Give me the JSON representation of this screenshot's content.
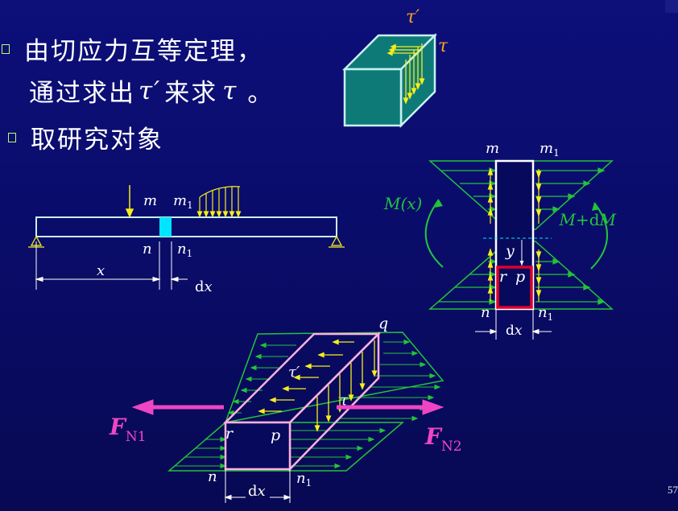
{
  "slide": {
    "bullet1_line1": "由切应力互等定理，",
    "bullet1_line2_a": "通过求出",
    "bullet1_line2_tau_prime": "τ′",
    "bullet1_line2_b": "来求",
    "bullet1_line2_tau": "τ",
    "bullet1_line2_end": "。",
    "bullet2": "取研究对象",
    "page_number": "57"
  },
  "cube_fig": {
    "tau_prime": "τ′",
    "tau": "τ"
  },
  "beam_fig": {
    "m": "m",
    "m1": "m",
    "m1_sub": "1",
    "n": "n",
    "n1": "n",
    "n1_sub": "1",
    "x": "x",
    "dx_d": "d",
    "dx_x": "x"
  },
  "section_fig": {
    "m": "m",
    "m1": "m",
    "m1_sub": "1",
    "Mx": "M(x)",
    "MdM_a": "M",
    "MdM_plus": "+d",
    "MdM_b": "M",
    "y": "y",
    "r": "r",
    "p": "p",
    "n": "n",
    "n1": "n",
    "n1_sub": "1",
    "dx_d": "d",
    "dx_x": "x"
  },
  "prism_fig": {
    "q": "q",
    "tau_prime": "τ′",
    "tau": "τ",
    "r": "r",
    "p": "p",
    "n": "n",
    "n1": "n",
    "n1_sub": "1",
    "FN1_F": "F",
    "FN1_sub": "N1",
    "FN2_F": "F",
    "FN2_sub": "N2",
    "dx_d": "d",
    "dx_x": "x"
  },
  "colors": {
    "green": "#22c43a",
    "yellow": "#f6ee1a",
    "magenta": "#ef45c5",
    "red": "#e0002a",
    "cyan": "#00e5ff",
    "teal": "#0e7a78",
    "pink": "#ffb0e0",
    "light": "#c8f0f0"
  }
}
